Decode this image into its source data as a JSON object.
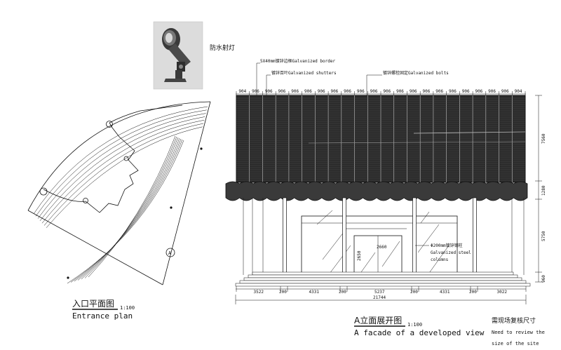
{
  "lamp": {
    "label": "防水射灯"
  },
  "plan": {
    "title_cn": "入口平面图",
    "scale": "1:100",
    "title_en": "Entrance plan",
    "marker": "A"
  },
  "elevation": {
    "title_cn": "A立面展开图",
    "scale": "1:100",
    "title_en": "A facade of a developed view",
    "callouts": {
      "border": "5X40mm镀锌边框Galvanized border",
      "shutters": "镀锌百叶Galvanized shutters",
      "bolts": "镀锌螺栓固定Galvanized bolts",
      "columns_1": "Φ200mm镀锌钢柱",
      "columns_2": "Galvanized steel",
      "columns_3": "columns"
    },
    "top_dims": [
      "904",
      "906",
      "906",
      "906",
      "906",
      "906",
      "906",
      "906",
      "906",
      "906",
      "906",
      "906",
      "906",
      "906",
      "906",
      "906",
      "906",
      "906",
      "906",
      "906",
      "906",
      "904"
    ],
    "bottom_dims": [
      "3522",
      "200",
      "4331",
      "200",
      "5237",
      "200",
      "4331",
      "200",
      "3022"
    ],
    "total_dim": "21744",
    "right_dims": [
      "7560",
      "1280",
      "5750",
      "960"
    ],
    "door_dims": [
      "2660",
      "2650"
    ]
  },
  "note": {
    "cn": "需现场复核尺寸",
    "en_1": "Need to review the",
    "en_2": "size of the site"
  }
}
